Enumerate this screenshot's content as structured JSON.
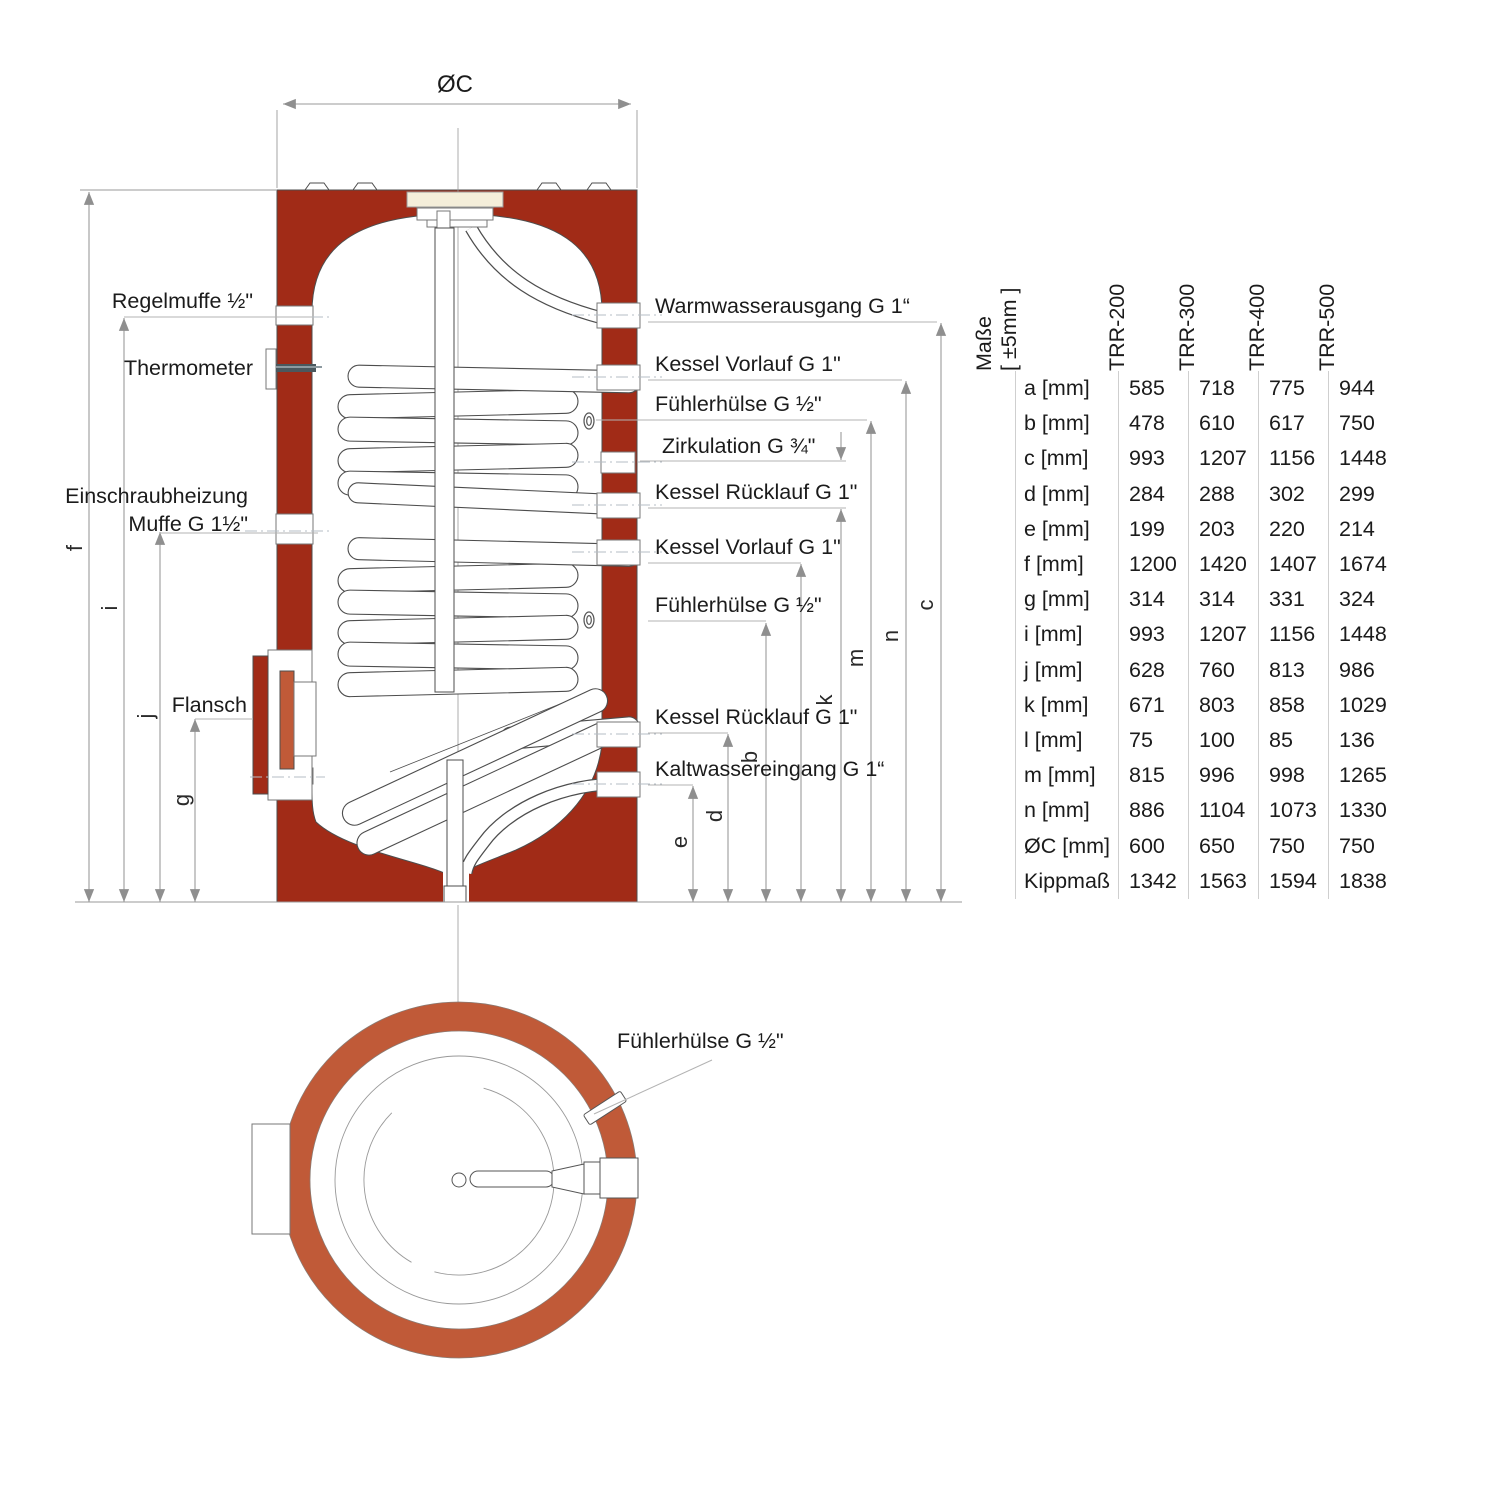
{
  "drawing": {
    "dim_diameter_label": "ØC",
    "left_labels": {
      "regelmuffe": "Regelmuffe ½\"",
      "thermometer": "Thermometer",
      "einschraubheizung_line1": "Einschraubheizung",
      "einschraubheizung_line2": "Muffe G 1½\"",
      "flansch": "Flansch"
    },
    "right_labels": [
      "Warmwasserausgang G 1“",
      "Kessel Vorlauf G 1\"",
      "Fühlerhülse G ½\"",
      "Zirkulation G ¾\"",
      "Kessel Rücklauf G 1\"",
      "Kessel Vorlauf G 1\"",
      "Fühlerhülse G ½\"",
      "Kessel Rücklauf G 1\"",
      "Kaltwassereingang G 1“"
    ],
    "bottom_view_label": "Fühlerhülse G ½\"",
    "dim_letters_left": [
      "f",
      "i",
      "j",
      "g"
    ],
    "dim_letters_right": [
      "e",
      "d",
      "b",
      "k",
      "m",
      "n",
      "c"
    ],
    "colors": {
      "tank_red": "#A12B17",
      "ring_orange": "#C05A38",
      "cream": "#F4EEDA"
    }
  },
  "table": {
    "col_headers": [
      "Maße",
      "[ ±5mm ]",
      "TRR-200",
      "TRR-300",
      "TRR-400",
      "TRR-500"
    ],
    "rows": [
      {
        "label": "a [mm]",
        "values": [
          "585",
          "718",
          "775",
          "944"
        ]
      },
      {
        "label": "b [mm]",
        "values": [
          "478",
          "610",
          "617",
          "750"
        ]
      },
      {
        "label": "c [mm]",
        "values": [
          "993",
          "1207",
          "1156",
          "1448"
        ]
      },
      {
        "label": "d [mm]",
        "values": [
          "284",
          "288",
          "302",
          "299"
        ]
      },
      {
        "label": "e [mm]",
        "values": [
          "199",
          "203",
          "220",
          "214"
        ]
      },
      {
        "label": "f [mm]",
        "values": [
          "1200",
          "1420",
          "1407",
          "1674"
        ]
      },
      {
        "label": "g [mm]",
        "values": [
          "314",
          "314",
          "331",
          "324"
        ]
      },
      {
        "label": "i [mm]",
        "values": [
          "993",
          "1207",
          "1156",
          "1448"
        ]
      },
      {
        "label": "j [mm]",
        "values": [
          "628",
          "760",
          "813",
          "986"
        ]
      },
      {
        "label": "k [mm]",
        "values": [
          "671",
          "803",
          "858",
          "1029"
        ]
      },
      {
        "label": "l [mm]",
        "values": [
          "75",
          "100",
          "85",
          "136"
        ]
      },
      {
        "label": "m [mm]",
        "values": [
          "815",
          "996",
          "998",
          "1265"
        ]
      },
      {
        "label": "n [mm]",
        "values": [
          "886",
          "1104",
          "1073",
          "1330"
        ]
      },
      {
        "label": "ØC [mm]",
        "values": [
          "600",
          "650",
          "750",
          "750"
        ]
      },
      {
        "label": "Kippmaß",
        "values": [
          "1342",
          "1563",
          "1594",
          "1838"
        ]
      }
    ]
  }
}
